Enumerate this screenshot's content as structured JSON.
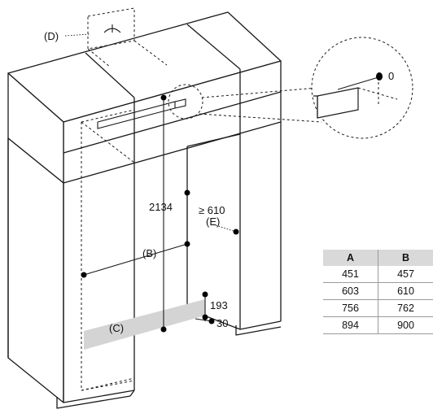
{
  "diagram": {
    "labels": {
      "d": "(D)",
      "b": "(B)",
      "c": "(C)",
      "e": "(E)",
      "zero": "0",
      "height_total": "2134",
      "min_depth": "≥ 610",
      "dim_193": "193",
      "dim_30": "30"
    },
    "table": {
      "headers": [
        "A",
        "B"
      ],
      "rows": [
        [
          "451",
          "457"
        ],
        [
          "603",
          "610"
        ],
        [
          "756",
          "762"
        ],
        [
          "894",
          "900"
        ]
      ]
    }
  }
}
